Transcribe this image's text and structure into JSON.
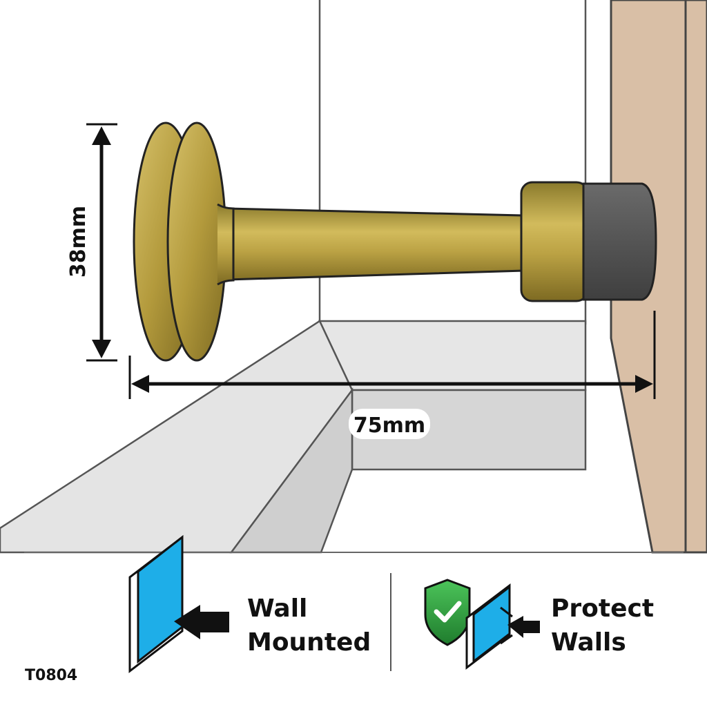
{
  "dimensions": {
    "height_label": "38mm",
    "length_label": "75mm"
  },
  "features": [
    {
      "line1": "Wall",
      "line2": "Mounted",
      "icon": "wall-mount-icon"
    },
    {
      "line1": "Protect",
      "line2": "Walls",
      "icon": "protect-walls-icon"
    }
  ],
  "product_code": "T0804",
  "colors": {
    "brass": "#b9a048",
    "rubber_tip": "#5a5a5a",
    "wall_wood": "#d9bfa6",
    "floor": "#e3e3e3",
    "panel_blue": "#1eaee8",
    "shield_green": "#2f9a3e"
  }
}
